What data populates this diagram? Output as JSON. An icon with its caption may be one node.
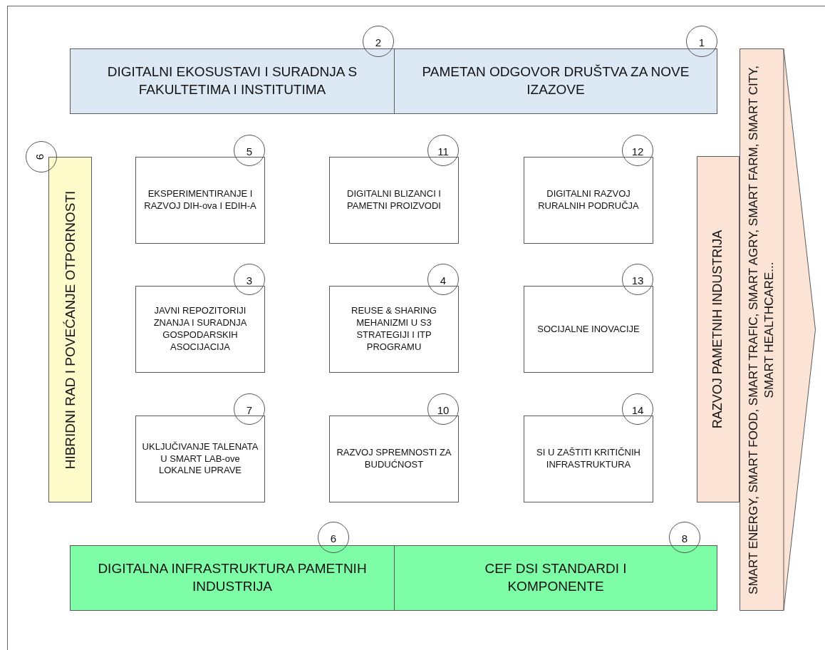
{
  "diagram": {
    "nodes": [
      {
        "text": [
          "DIGITALNI EKOSUSTAVI I SURADNJA S FAKULTETIMA I INSTITUTIMA"
        ]
      },
      {
        "text": [
          "2"
        ]
      },
      {
        "text": [
          "PAMETAN ODGOVOR DRUŠTVA ZA NOVE IZAZOVE"
        ]
      },
      {
        "text": [
          "1"
        ]
      },
      {
        "text": [
          "HIBRIDNI RAD I POVEĆANJE OTPORNOSTI"
        ]
      },
      {
        "text": [
          "9"
        ]
      },
      {
        "text": [
          "EKSPERIMENTIRANJE I RAZVOJ DIH-ova I EDIH-A"
        ]
      },
      {
        "text": [
          "5"
        ]
      },
      {
        "text": [
          "DIGITALNI BLIZANCI I PAMETNI PROIZVODI"
        ]
      },
      {
        "text": [
          "11"
        ]
      },
      {
        "text": [
          "DIGITALNI RAZVOJ RURALNIH PODRUČJA"
        ]
      },
      {
        "text": [
          "12"
        ]
      },
      {
        "text": [
          "JAVNI REPOZITORIJI ZNANJA I SURADNJA GOSPODARSKIH ASOCIJACIJA"
        ]
      },
      {
        "text": [
          "3"
        ]
      },
      {
        "text": [
          "REUSE & SHARING MEHANIZMI U S3 STRATEGIJI I ITP PROGRAMU"
        ]
      },
      {
        "text": [
          "4"
        ]
      },
      {
        "text": [
          "SOCIJALNE INOVACIJE"
        ]
      },
      {
        "text": [
          "13"
        ]
      },
      {
        "text": [
          "UKLJUČIVANJE TALENATA U SMART LAB-ove LOKALNE UPRAVE"
        ]
      },
      {
        "text": [
          "7"
        ]
      },
      {
        "text": [
          "RAZVOJ SPREMNOSTI ZA BUDUĆNOST"
        ]
      },
      {
        "text": [
          "10"
        ]
      },
      {
        "text": [
          "SI U ZAŠTITI KRITIČNIH INFRASTRUKTURA"
        ]
      },
      {
        "text": [
          "14"
        ]
      },
      {
        "text": [
          "RAZVOJ PAMETNIH INDUSTRIJA"
        ]
      },
      {
        "text": [
          "SMART ENERGY, SMART FOOD, SMART TRAFIC, SMART AGRY, SMART FARM, SMART CITY, SMART HEALTHCARE..."
        ]
      },
      {
        "text": [
          "DIGITALNA INFRASTRUKTURA PAMETNIH INDUSTRIJA"
        ]
      },
      {
        "text": [
          "6"
        ]
      },
      {
        "text": [
          "CEF DSI STANDARDI I KOMPONENTE"
        ]
      },
      {
        "text": [
          "8"
        ]
      }
    ]
  }
}
